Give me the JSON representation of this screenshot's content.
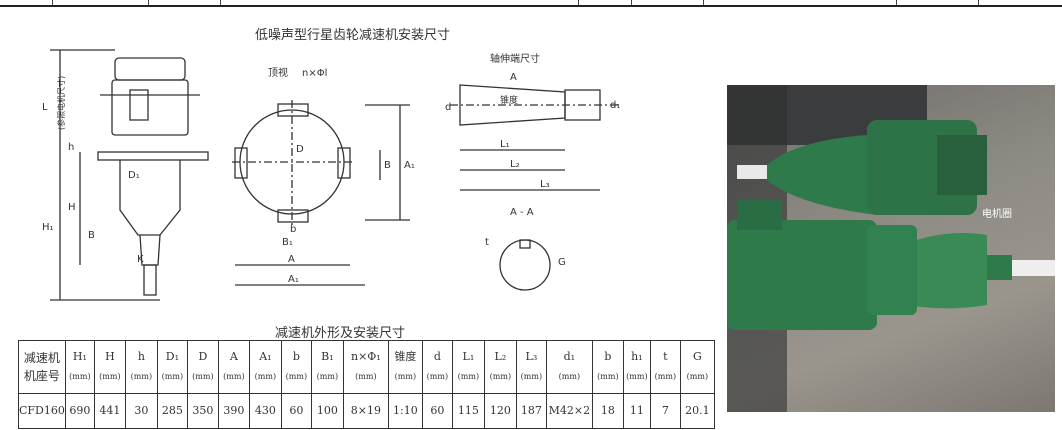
{
  "page_title": "低噪声型行星齿轮减速机安装尺寸",
  "drawing_labels": {
    "top_view": "顶视",
    "hole_spec": "n×Φl",
    "shaft_end": "轴伸端尺寸",
    "taper": "锥度",
    "section": "A - A",
    "motor_ref": "(参照电机尺寸)",
    "L": "L",
    "H": "H",
    "H1": "H₁",
    "h": "h",
    "B": "B",
    "D1": "D₁",
    "D": "D",
    "A": "A",
    "A1": "A₁",
    "B1": "B₁",
    "b": "b",
    "L1": "L₁",
    "L2": "L₂",
    "L3": "L₃",
    "d": "d",
    "d1": "d₁",
    "G": "G",
    "t": "t",
    "K": "K"
  },
  "table": {
    "title": "减速机外形及安装尺寸",
    "first_header": [
      "减速机",
      "机座号"
    ],
    "unit": "(mm)",
    "headers": [
      "H₁",
      "H",
      "h",
      "D₁",
      "D",
      "A",
      "A₁",
      "b",
      "B₁",
      "n×Φ₁",
      "锥度",
      "d",
      "L₁",
      "L₂",
      "L₃",
      "d₁",
      "b",
      "h₁",
      "t",
      "G"
    ],
    "rows": [
      [
        "CFD160",
        "690",
        "441",
        "30",
        "285",
        "350",
        "390",
        "430",
        "60",
        "100",
        "8×19",
        "1:10",
        "60",
        "115",
        "120",
        "187",
        "M42×2",
        "18",
        "11",
        "7",
        "20.1"
      ]
    ]
  },
  "photo": {
    "watermark": "电机圈"
  }
}
